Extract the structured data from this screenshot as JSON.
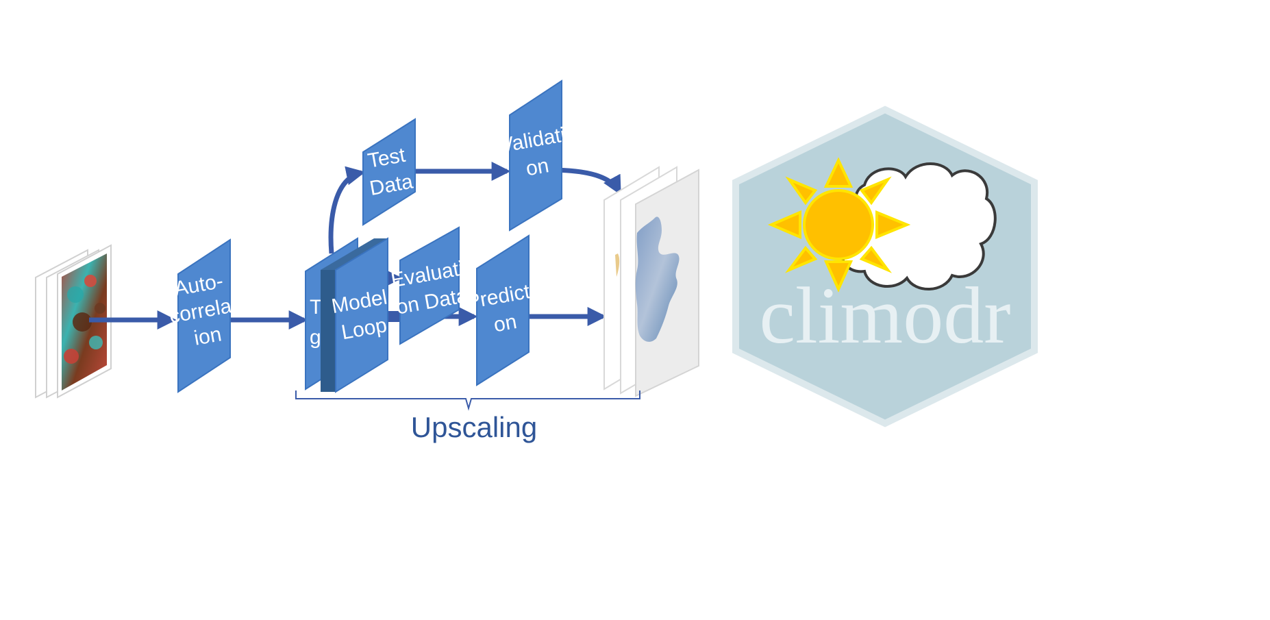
{
  "diagram": {
    "boxes": {
      "autocorrelation": [
        "Auto-",
        "correlat",
        "ion"
      ],
      "training": [
        "Tr",
        "g"
      ],
      "model_loop": [
        "Model",
        "Loop"
      ],
      "test_data": [
        "Test",
        "Data"
      ],
      "validation": [
        "Validati",
        "on"
      ],
      "evaluation": [
        "Evaluati",
        "on Data"
      ],
      "prediction": [
        "Predicti",
        "on"
      ]
    },
    "bracket_label": "Upscaling"
  },
  "logo": {
    "text": "climodr"
  },
  "colors": {
    "box": "#4F88D0",
    "box_dark": "#2E5C8C",
    "arrow": "#3A5BA9",
    "label": "#2F5597",
    "hexagon": "#B9D2DA",
    "hexagon_border": "#DCE8EC",
    "sun": "#FFC000",
    "sun_ray_border": "#FFE500"
  }
}
